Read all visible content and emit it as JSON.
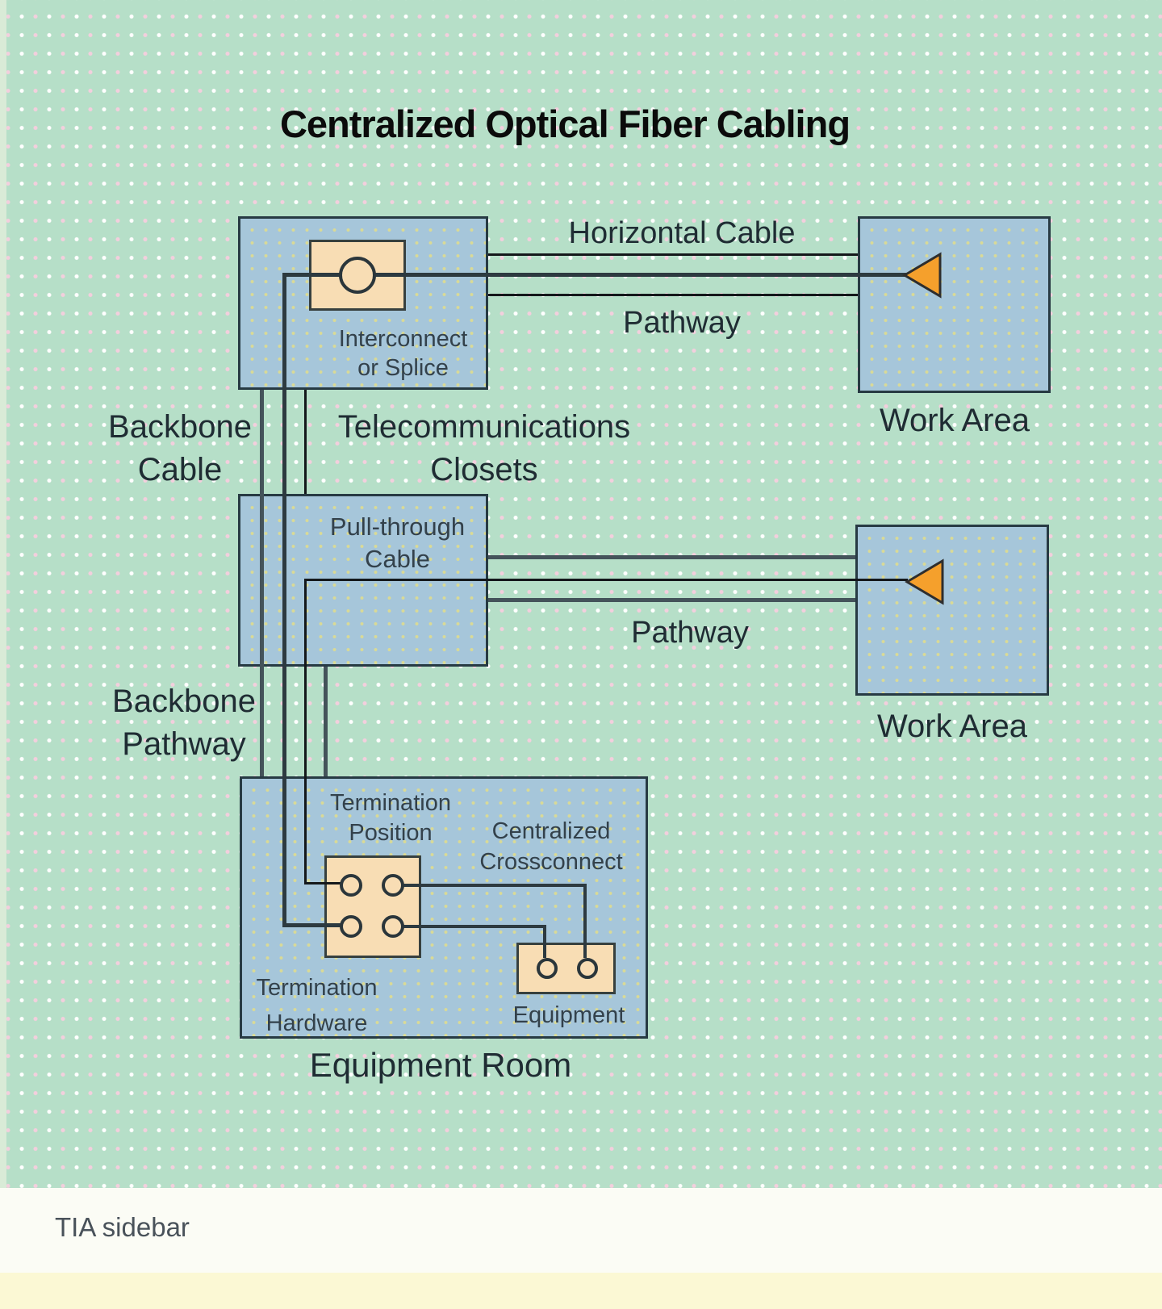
{
  "title": "Centralized Optical Fiber Cabling",
  "diagram": {
    "labels": {
      "horizontal_cable": "Horizontal Cable",
      "pathway_top": "Pathway",
      "pathway_bottom": "Pathway",
      "work_area_top": "Work Area",
      "work_area_bottom": "Work Area",
      "backbone_cable": "Backbone\nCable",
      "telecommunications_closets": "Telecommunications\nClosets",
      "pull_through_cable": "Pull-through\nCable",
      "backbone_pathway": "Backbone\nPathway",
      "interconnect_or_splice": "Interconnect\nor Splice",
      "termination_position": "Termination\nPosition",
      "centralized_crossconnect": "Centralized\nCrossconnect",
      "termination_hardware": "Termination\nHardware",
      "equipment": "Equipment",
      "equipment_room": "Equipment Room"
    },
    "colors": {
      "background_green": "#b6dfc8",
      "background_dot_white": "#ffffff",
      "background_dot_pink": "#f3cfdd",
      "room_blue": "#a6c6da",
      "room_dot_yellow": "#d9da96",
      "panel_tan": "#f8ddb4",
      "connector_orange": "#f5a02c",
      "cable_dark": "#2d3a40",
      "pathway_gray": "#44535a",
      "footer_white_band": "#fbfcf5",
      "footer_yellow_band": "#fbf8d4"
    }
  },
  "footer": {
    "caption": "TIA sidebar"
  }
}
